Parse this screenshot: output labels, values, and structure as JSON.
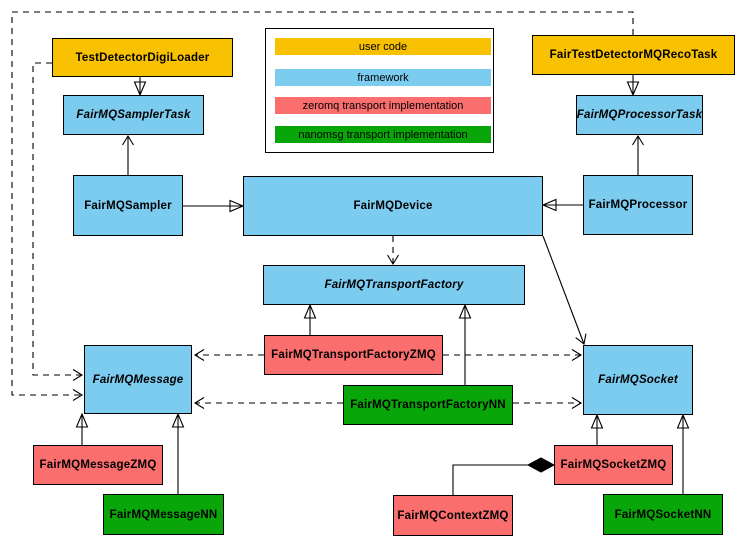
{
  "colors": {
    "user_code": "#F8C101",
    "framework": "#7CCCF0",
    "zeromq": "#FB6E6E",
    "nanomsg": "#09A609",
    "border": "#000000",
    "background": "#FFFFFF"
  },
  "legend": {
    "items": [
      {
        "label": "user code",
        "category": "user_code"
      },
      {
        "label": "framework",
        "category": "framework"
      },
      {
        "label": "zeromq transport implementation",
        "category": "zeromq"
      },
      {
        "label": "nanomsg transport implementation",
        "category": "nanomsg"
      }
    ]
  },
  "nodes": {
    "test_detector_digi_loader": {
      "label": "TestDetectorDigiLoader",
      "category": "user_code",
      "abstract": false
    },
    "fair_test_detector_mq_reco_task": {
      "label": "FairTestDetectorMQRecoTask",
      "category": "user_code",
      "abstract": false
    },
    "fairmq_sampler_task": {
      "label": "FairMQSamplerTask",
      "category": "framework",
      "abstract": true
    },
    "fairmq_processor_task": {
      "label": "FairMQProcessorTask",
      "category": "framework",
      "abstract": true
    },
    "fairmq_sampler": {
      "label": "FairMQSampler",
      "category": "framework",
      "abstract": false
    },
    "fairmq_device": {
      "label": "FairMQDevice",
      "category": "framework",
      "abstract": false
    },
    "fairmq_processor": {
      "label": "FairMQProcessor",
      "category": "framework",
      "abstract": false
    },
    "fairmq_transport_factory": {
      "label": "FairMQTransportFactory",
      "category": "framework",
      "abstract": true
    },
    "fairmq_transport_factory_zmq": {
      "label": "FairMQTransportFactoryZMQ",
      "category": "zeromq",
      "abstract": false
    },
    "fairmq_transport_factory_nn": {
      "label": "FairMQTransportFactoryNN",
      "category": "nanomsg",
      "abstract": false
    },
    "fairmq_message": {
      "label": "FairMQMessage",
      "category": "framework",
      "abstract": true
    },
    "fairmq_socket": {
      "label": "FairMQSocket",
      "category": "framework",
      "abstract": true
    },
    "fairmq_message_zmq": {
      "label": "FairMQMessageZMQ",
      "category": "zeromq",
      "abstract": false
    },
    "fairmq_message_nn": {
      "label": "FairMQMessageNN",
      "category": "nanomsg",
      "abstract": false
    },
    "fairmq_socket_zmq": {
      "label": "FairMQSocketZMQ",
      "category": "zeromq",
      "abstract": false
    },
    "fairmq_socket_nn": {
      "label": "FairMQSocketNN",
      "category": "nanomsg",
      "abstract": false
    },
    "fairmq_context_zmq": {
      "label": "FairMQContextZMQ",
      "category": "zeromq",
      "abstract": false
    }
  },
  "relationships": [
    {
      "from": "test_detector_digi_loader",
      "to": "fairmq_sampler_task",
      "type": "inheritance"
    },
    {
      "from": "fair_test_detector_mq_reco_task",
      "to": "fairmq_processor_task",
      "type": "inheritance"
    },
    {
      "from": "fairmq_sampler",
      "to": "fairmq_sampler_task",
      "type": "association"
    },
    {
      "from": "fairmq_processor",
      "to": "fairmq_processor_task",
      "type": "association"
    },
    {
      "from": "fairmq_sampler",
      "to": "fairmq_device",
      "type": "inheritance"
    },
    {
      "from": "fairmq_processor",
      "to": "fairmq_device",
      "type": "inheritance"
    },
    {
      "from": "fairmq_device",
      "to": "fairmq_transport_factory",
      "type": "dependency"
    },
    {
      "from": "fairmq_device",
      "to": "fairmq_socket",
      "type": "association"
    },
    {
      "from": "fairmq_transport_factory_zmq",
      "to": "fairmq_transport_factory",
      "type": "inheritance"
    },
    {
      "from": "fairmq_transport_factory_nn",
      "to": "fairmq_transport_factory",
      "type": "inheritance"
    },
    {
      "from": "fairmq_transport_factory_zmq",
      "to": "fairmq_message",
      "type": "dependency"
    },
    {
      "from": "fairmq_transport_factory_zmq",
      "to": "fairmq_socket",
      "type": "dependency"
    },
    {
      "from": "fairmq_transport_factory_nn",
      "to": "fairmq_message",
      "type": "dependency"
    },
    {
      "from": "fairmq_transport_factory_nn",
      "to": "fairmq_socket",
      "type": "dependency"
    },
    {
      "from": "test_detector_digi_loader",
      "to": "fairmq_message",
      "type": "dependency"
    },
    {
      "from": "fair_test_detector_mq_reco_task",
      "to": "fairmq_message",
      "type": "dependency"
    },
    {
      "from": "fairmq_message_zmq",
      "to": "fairmq_message",
      "type": "inheritance"
    },
    {
      "from": "fairmq_message_nn",
      "to": "fairmq_message",
      "type": "inheritance"
    },
    {
      "from": "fairmq_socket_zmq",
      "to": "fairmq_socket",
      "type": "inheritance"
    },
    {
      "from": "fairmq_socket_nn",
      "to": "fairmq_socket",
      "type": "inheritance"
    },
    {
      "from": "fairmq_context_zmq",
      "to": "fairmq_socket_zmq",
      "type": "composition"
    }
  ]
}
